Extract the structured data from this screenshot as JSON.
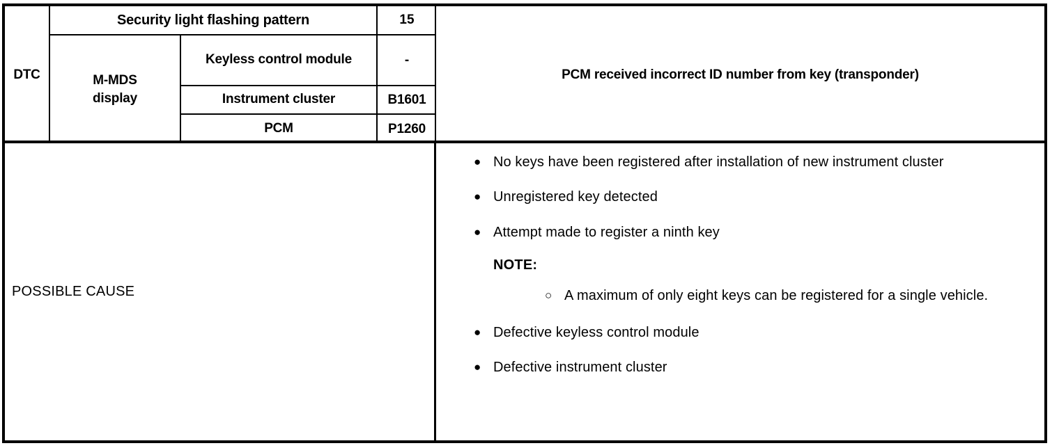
{
  "table": {
    "dtc_label": "DTC",
    "rows": [
      {
        "name": "Security light flashing pattern",
        "code": "15"
      },
      {
        "name": "Keyless control module",
        "code": "-"
      },
      {
        "name": "Instrument cluster",
        "code": "B1601"
      },
      {
        "name": "PCM",
        "code": "P1260"
      }
    ],
    "group_label_line1": "M-MDS",
    "group_label_line2": "display",
    "description": "PCM received incorrect ID number from key (transponder)"
  },
  "possible_cause": {
    "label": "POSSIBLE CAUSE",
    "bullet_marker": "●",
    "subbullet_marker": "○",
    "items": [
      "No keys have been registered after installation of new instrument cluster",
      "Unregistered key detected",
      "Attempt made to register a ninth key"
    ],
    "note_heading": "NOTE:",
    "note_items": [
      "A maximum of only eight keys can be registered for a single vehicle."
    ],
    "items_after_note": [
      "Defective keyless control module",
      "Defective instrument cluster"
    ]
  }
}
